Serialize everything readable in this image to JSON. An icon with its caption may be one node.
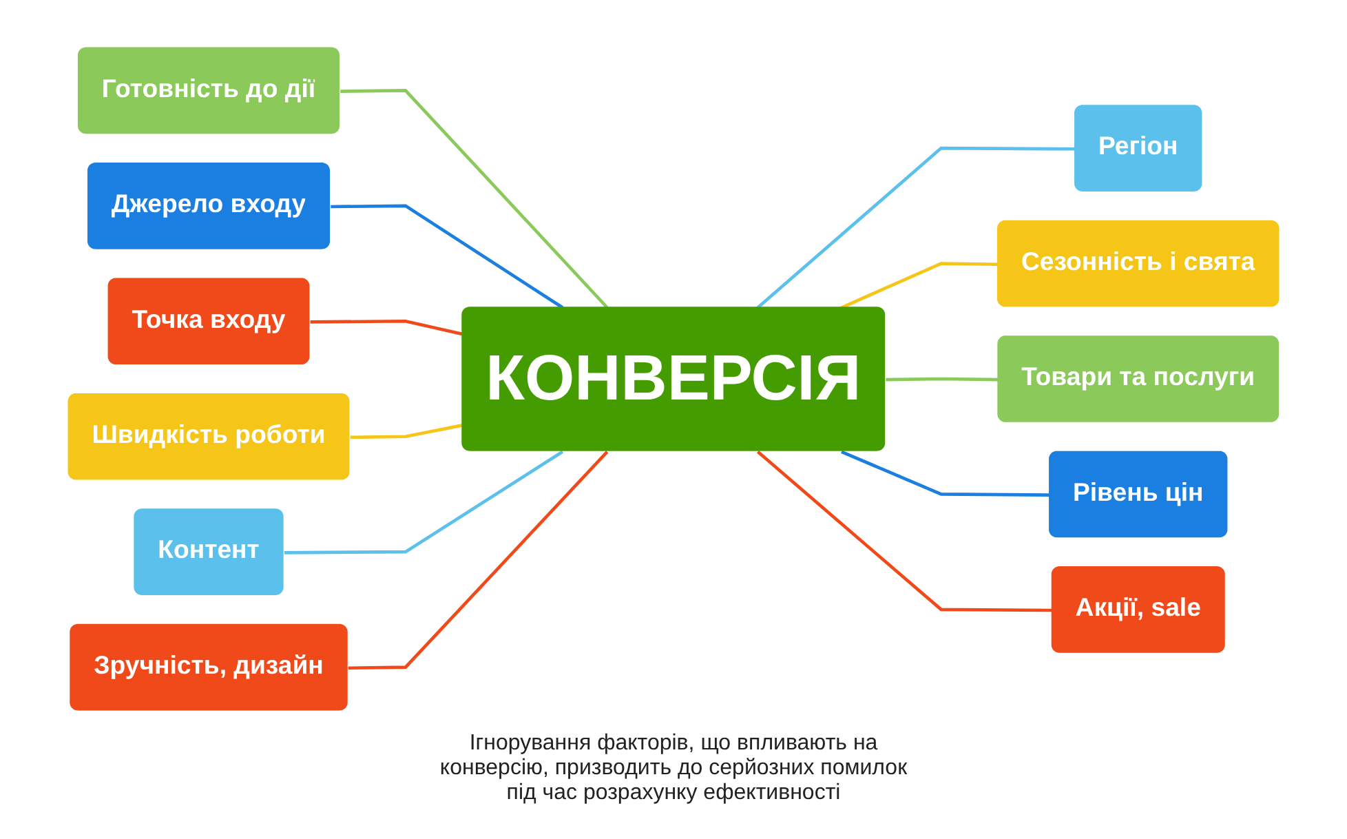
{
  "diagram": {
    "caption": "Ігнорування факторів, що впливають на конверсію, призводить до серйозних помилок під час розрахунку ефективності",
    "nodes": [
      {
        "text": [
          "Готовність до дії"
        ]
      },
      {
        "text": [
          "Джерело входу"
        ]
      },
      {
        "text": [
          "Точка входу"
        ]
      },
      {
        "text": [
          "Регіон"
        ]
      },
      {
        "text": [
          "Сезонність і свята"
        ]
      },
      {
        "text": [
          "Швидкість роботи"
        ]
      },
      {
        "text": [
          "КОНВЕРСІЯ"
        ]
      },
      {
        "text": [
          "Товари та послуги"
        ]
      },
      {
        "text": [
          "Контент"
        ]
      },
      {
        "text": [
          "Рівень цін"
        ]
      },
      {
        "text": [
          "Зручність, дизайн"
        ]
      },
      {
        "text": [
          "Акції, sale"
        ]
      }
    ],
    "edges": [
      {
        "from": 0,
        "to": 6,
        "arrow": "none",
        "color": "#8bc95a"
      },
      {
        "from": 1,
        "to": 6,
        "arrow": "none",
        "color": "#1a7fe0"
      },
      {
        "from": 2,
        "to": 6,
        "arrow": "none",
        "color": "#f04a1a"
      },
      {
        "from": 5,
        "to": 6,
        "arrow": "none",
        "color": "#f5c518"
      },
      {
        "from": 8,
        "to": 6,
        "arrow": "none",
        "color": "#5bc0eb"
      },
      {
        "from": 10,
        "to": 6,
        "arrow": "none",
        "color": "#f04a1a"
      },
      {
        "from": 6,
        "to": 3,
        "arrow": "none",
        "color": "#5bc0eb"
      },
      {
        "from": 6,
        "to": 4,
        "arrow": "none",
        "color": "#f5c518"
      },
      {
        "from": 6,
        "to": 7,
        "arrow": "none",
        "color": "#8bc95a"
      },
      {
        "from": 6,
        "to": 9,
        "arrow": "none",
        "color": "#1a7fe0"
      },
      {
        "from": 6,
        "to": 11,
        "arrow": "none",
        "color": "#f04a1a"
      }
    ]
  }
}
